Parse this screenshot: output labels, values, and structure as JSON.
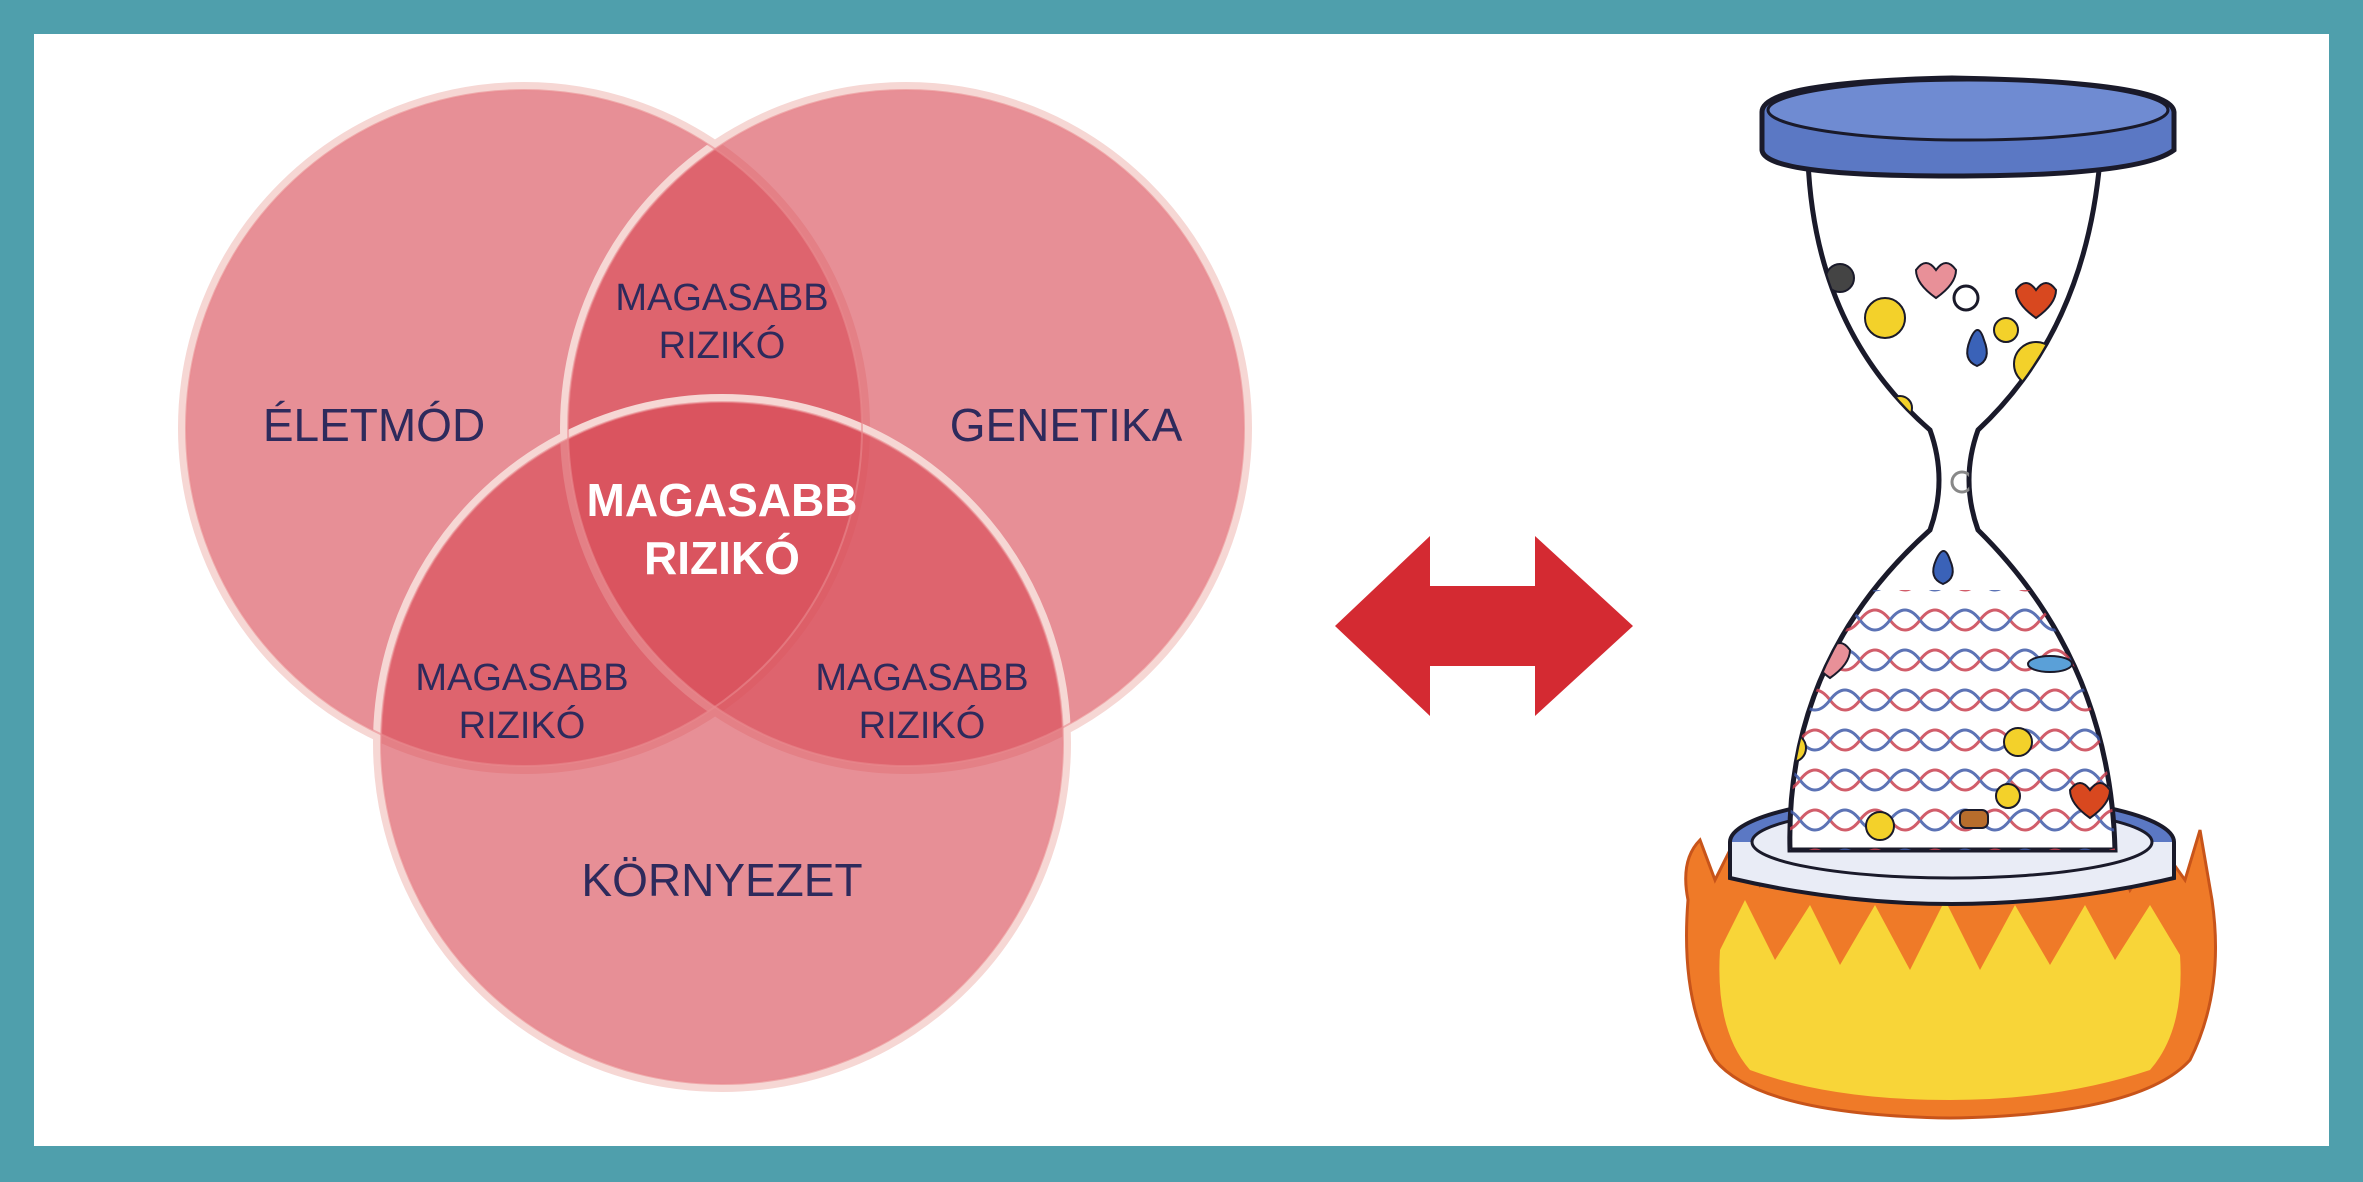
{
  "colors": {
    "border": "#4f9fac",
    "background": "#ffffff",
    "circle_fill": "#d94a55",
    "circle_edge": "#f6d7d4",
    "label_text": "#2e2a5c",
    "center_text": "#ffffff",
    "arrow": "#d42a32",
    "hourglass_cap": "#5b78c4",
    "flame_outer": "#ef7a28",
    "flame_inner": "#f8df3a"
  },
  "venn": {
    "sets": [
      {
        "name": "life",
        "label": "ÉLETMÓD"
      },
      {
        "name": "genetics",
        "label": "GENETIKA"
      },
      {
        "name": "environment",
        "label": "KÖRNYEZET"
      }
    ],
    "pair_top": {
      "line1": "MAGASABB",
      "line2": "RIZIKÓ"
    },
    "pair_left": {
      "line1": "MAGASABB",
      "line2": "RIZIKÓ"
    },
    "pair_right": {
      "line1": "MAGASABB",
      "line2": "RIZIKÓ"
    },
    "center": {
      "line1": "MAGASABB",
      "line2": "RIZIKÓ"
    }
  },
  "arrow": {
    "icon": "double-headed-arrow-icon",
    "direction": "bidirectional"
  },
  "illustration": {
    "icon": "hourglass-on-fire-icon"
  }
}
